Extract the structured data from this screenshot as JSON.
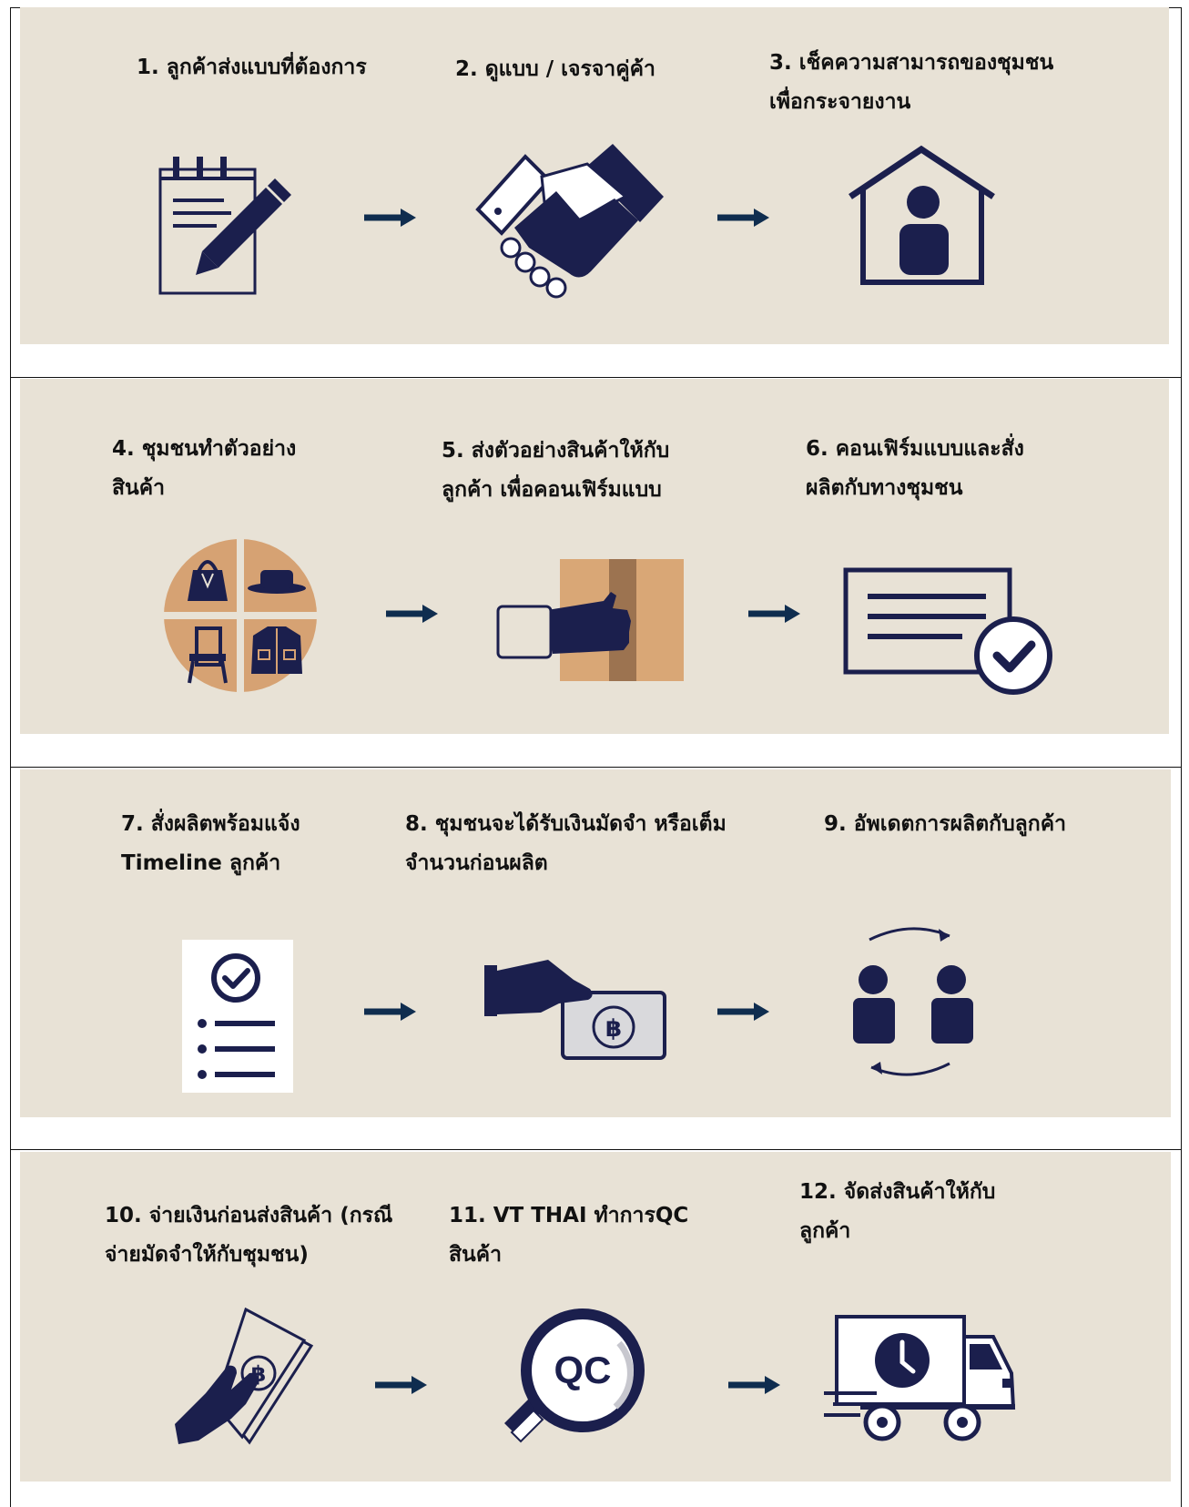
{
  "colors": {
    "panel": "#e8e2d6",
    "navy": "#1b1f4d",
    "arrow": "#0f2d4f",
    "tan": "#d6a273",
    "box": "#d9a776",
    "tape": "#9c7350"
  },
  "steps": [
    {
      "text": "1. ลูกค้าส่งแบบที่ต้องการ",
      "icon": "notepad-pencil-icon"
    },
    {
      "text": "2. ดูแบบ / เจรจาคู่ค้า",
      "icon": "handshake-icon"
    },
    {
      "text": "3. เช็คความสามารถของชุมชน\nเพื่อกระจายงาน",
      "icon": "community-house-icon"
    },
    {
      "text": "4. ชุมชนทำตัวอย่าง\nสินค้า",
      "icon": "product-samples-icon"
    },
    {
      "text": "5. ส่งตัวอย่างสินค้าให้กับ\nลูกค้า เพื่อคอนเฟิร์มแบบ",
      "icon": "hand-box-icon"
    },
    {
      "text": "6. คอนเฟิร์มแบบและสั่ง\nผลิตกับทางชุมชน",
      "icon": "confirm-document-icon"
    },
    {
      "text": "7. สั่งผลิตพร้อมแจ้ง\nTimeline ลูกค้า",
      "icon": "checklist-icon"
    },
    {
      "text": "8. ชุมชนจะได้รับเงินมัดจำ หรือเต็ม\nจำนวนก่อนผลิต",
      "icon": "hand-baht-note-icon"
    },
    {
      "text": "9. อัพเดตการผลิตกับลูกค้า",
      "icon": "exchange-people-icon"
    },
    {
      "text": "10. จ่ายเงินก่อนส่งสินค้า (กรณี\nจ่ายมัดจำให้กับชุมชน)",
      "icon": "hand-money-icon"
    },
    {
      "text": "11. VT THAI ทำการQC\nสินค้า",
      "icon": "qc-magnifier-icon"
    },
    {
      "text": "12. จัดส่งสินค้าให้กับ\nลูกค้า",
      "icon": "delivery-truck-icon"
    }
  ],
  "qc_label": "QC"
}
